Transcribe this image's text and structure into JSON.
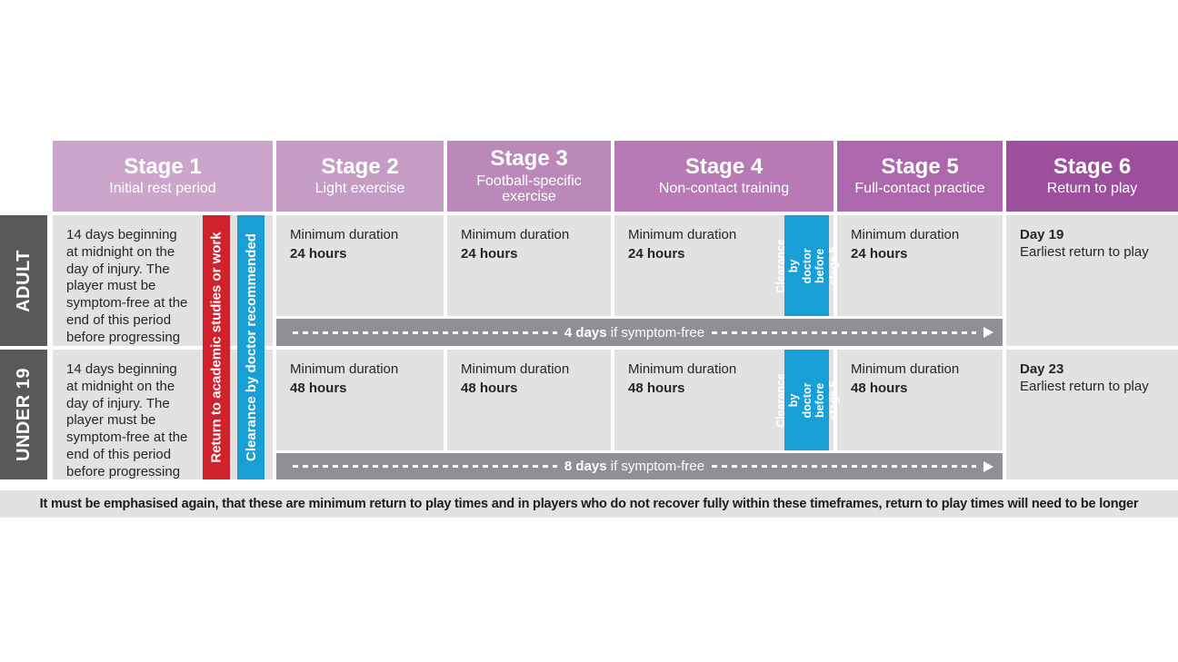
{
  "colors": {
    "stage_headers": [
      "#cba6ca",
      "#c59cc4",
      "#bb88ba",
      "#b77ab5",
      "#ad67ac",
      "#9c4f9c"
    ],
    "cell_background": "#e2e2e0",
    "row_label_background": "#58595b",
    "arrow_bar_background": "#8f9093",
    "red_bar": "#d0222d",
    "blue_bar": "#189fd6",
    "text_dark": "#262626",
    "text_white": "#ffffff"
  },
  "stages": [
    {
      "title": "Stage 1",
      "subtitle": "Initial rest period"
    },
    {
      "title": "Stage 2",
      "subtitle": "Light exercise"
    },
    {
      "title": "Stage 3",
      "subtitle": "Football-specific\nexercise"
    },
    {
      "title": "Stage 4",
      "subtitle": "Non-contact training"
    },
    {
      "title": "Stage 5",
      "subtitle": "Full-contact practice"
    },
    {
      "title": "Stage 6",
      "subtitle": "Return to play"
    }
  ],
  "vertical_bars": {
    "red": "Return to academic studies or work",
    "blue": "Clearance by doctor recommended"
  },
  "clearance_stage5": "Clearance by\ndoctor before\nstage 5",
  "rows": [
    {
      "label": "ADULT",
      "stage1_text": "14 days beginning\nat midnight on the\nday of injury. The\nplayer must be\nsymptom-free at the\nend of this period\nbefore progressing",
      "min_duration_label": "Minimum duration",
      "duration": "24 hours",
      "arrow_bold": "4 days",
      "arrow_rest": " if symptom-free",
      "day_bold": "Day 19",
      "day_rest": "Earliest return to play"
    },
    {
      "label": "UNDER 19",
      "stage1_text": "14 days beginning\nat midnight on the\nday of injury. The\nplayer must be\nsymptom-free at the\nend of this period\nbefore progressing",
      "min_duration_label": "Minimum duration",
      "duration": "48 hours",
      "arrow_bold": "8 days",
      "arrow_rest": " if symptom-free",
      "day_bold": "Day 23",
      "day_rest": "Earliest return to play"
    }
  ],
  "footnote": "It must be emphasised again, that these are minimum return to play times and in players who do not recover fully within these timeframes, return to play times will need to be longer"
}
